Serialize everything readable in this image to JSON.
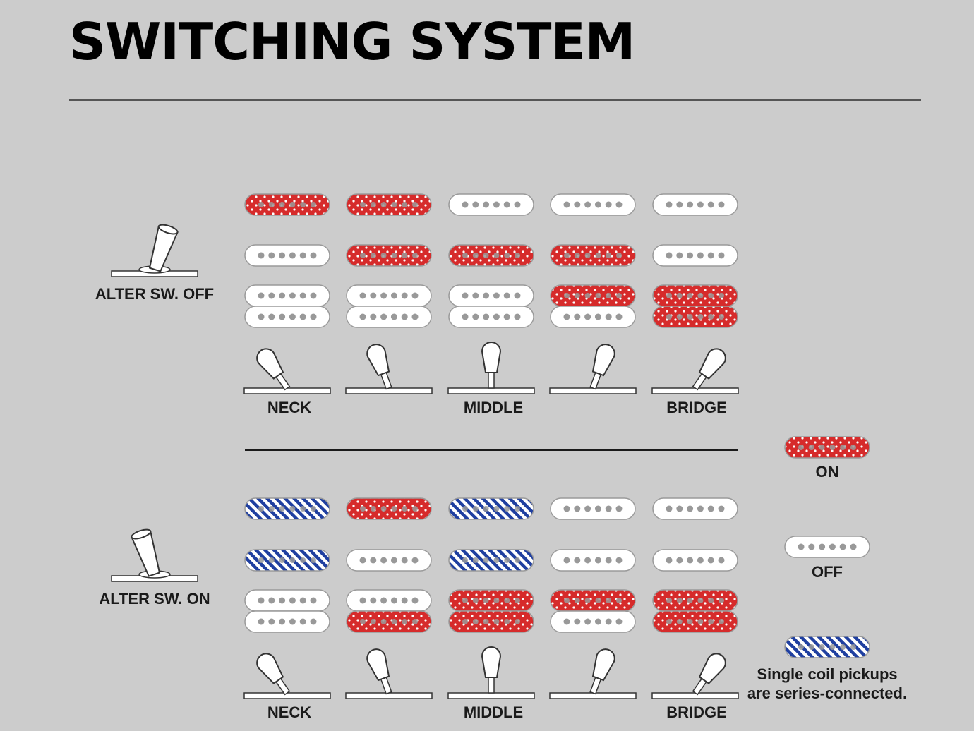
{
  "title": "SWITCHING SYSTEM",
  "colors": {
    "background": "#cccccc",
    "on_red": "#d62b2b",
    "series_blue": "#1f3fa0",
    "off_white": "#ffffff",
    "pole_grey": "#999999"
  },
  "sections": [
    {
      "label": "ALTER SW. OFF",
      "toggle_state": "off",
      "position_labels": [
        "NECK",
        "",
        "MIDDLE",
        "",
        "BRIDGE"
      ],
      "positions": [
        {
          "neck": "on",
          "middle": "off",
          "bridge": [
            "off",
            "off"
          ]
        },
        {
          "neck": "on",
          "middle": "on",
          "bridge": [
            "off",
            "off"
          ]
        },
        {
          "neck": "off",
          "middle": "on",
          "bridge": [
            "off",
            "off"
          ]
        },
        {
          "neck": "off",
          "middle": "on",
          "bridge": [
            "on",
            "off"
          ]
        },
        {
          "neck": "off",
          "middle": "off",
          "bridge": [
            "on",
            "on"
          ]
        }
      ]
    },
    {
      "label": "ALTER SW. ON",
      "toggle_state": "on",
      "position_labels": [
        "NECK",
        "",
        "MIDDLE",
        "",
        "BRIDGE"
      ],
      "positions": [
        {
          "neck": "series",
          "middle": "series",
          "bridge": [
            "off",
            "off"
          ]
        },
        {
          "neck": "on",
          "middle": "off",
          "bridge": [
            "off",
            "on"
          ]
        },
        {
          "neck": "series",
          "middle": "series",
          "bridge": [
            "on",
            "on"
          ]
        },
        {
          "neck": "off",
          "middle": "off",
          "bridge": [
            "on",
            "off"
          ]
        },
        {
          "neck": "off",
          "middle": "off",
          "bridge": [
            "on",
            "on"
          ]
        }
      ]
    }
  ],
  "legend": [
    {
      "state": "on",
      "text": "ON"
    },
    {
      "state": "off",
      "text": "OFF"
    },
    {
      "state": "series",
      "text_lines": [
        "Single coil pickups",
        "are series-connected."
      ]
    }
  ]
}
